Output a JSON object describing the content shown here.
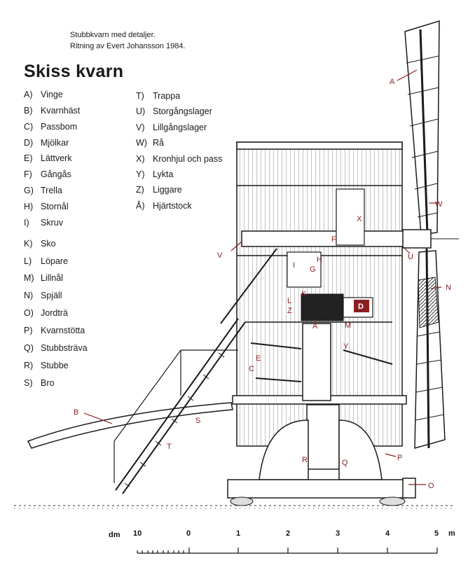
{
  "caption": {
    "line1": "Stubbkvarn med detaljer.",
    "line2": "Ritning av Evert Johansson 1984."
  },
  "title": "Skiss kvarn",
  "legend_left": [
    {
      "code": "A)",
      "name": "Vinge"
    },
    {
      "code": "B)",
      "name": "Kvarnhäst"
    },
    {
      "code": "C)",
      "name": "Passbom"
    },
    {
      "code": "D)",
      "name": "Mjölkar"
    },
    {
      "code": "E)",
      "name": "Lättverk"
    },
    {
      "code": "F)",
      "name": "Gångås"
    },
    {
      "code": "G)",
      "name": "Trella"
    },
    {
      "code": "H)",
      "name": "Stornål"
    },
    {
      "code": "I)",
      "name": "Skruv"
    },
    {
      "code": "K)",
      "name": "Sko"
    },
    {
      "code": "L)",
      "name": "Löpare"
    },
    {
      "code": "M)",
      "name": "Lillnål"
    },
    {
      "code": "N)",
      "name": "Spjäll"
    },
    {
      "code": "O)",
      "name": "Jordträ"
    },
    {
      "code": "P)",
      "name": "Kvarnstötta"
    },
    {
      "code": "Q)",
      "name": "Stubbsträva"
    },
    {
      "code": "R)",
      "name": "Stubbe"
    },
    {
      "code": "S)",
      "name": "Bro"
    }
  ],
  "legend_right": [
    {
      "code": "T)",
      "name": "Trappa"
    },
    {
      "code": "U)",
      "name": "Storgångslager"
    },
    {
      "code": "V)",
      "name": "Lillgångslager"
    },
    {
      "code": "W)",
      "name": "Rå"
    },
    {
      "code": "X)",
      "name": "Kronhjul och pass"
    },
    {
      "code": "Y)",
      "name": "Lykta"
    },
    {
      "code": "Z)",
      "name": "Liggare"
    },
    {
      "code": "Å)",
      "name": "Hjärtstock"
    }
  ],
  "labels": {
    "A": "A",
    "B": "B",
    "C": "C",
    "D": "D",
    "E": "E",
    "F": "F",
    "G": "G",
    "H": "H",
    "I": "I",
    "K": "K",
    "L": "L",
    "M": "M",
    "N": "N",
    "O": "O",
    "P": "P",
    "Q": "Q",
    "R": "R",
    "S": "S",
    "T": "T",
    "U": "U",
    "V": "V",
    "W": "W",
    "X": "X",
    "Y": "Y",
    "Z": "Z",
    "AA": "Å"
  },
  "scale": {
    "unit_left": "dm",
    "t10": "10",
    "t0": "0",
    "t1": "1",
    "t2": "2",
    "t3": "3",
    "t4": "4",
    "t5": "5",
    "unit_right": "m"
  },
  "colors": {
    "label": "#8a1f1f",
    "line": "#1a1a1a"
  }
}
